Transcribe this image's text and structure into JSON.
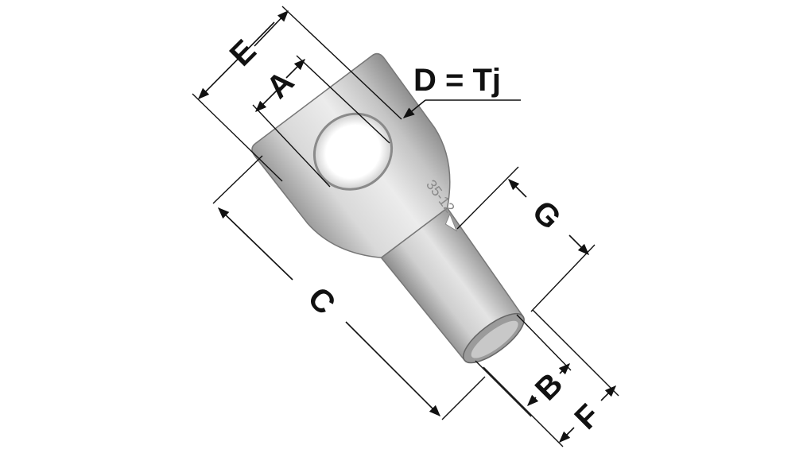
{
  "diagram": {
    "labels": {
      "E": "E",
      "A": "A",
      "D": "D = Tj",
      "G": "G",
      "C": "C",
      "B": "B",
      "F": "F"
    },
    "stamp": "35-12",
    "colors": {
      "ink": "#111111",
      "metal_light": "#e6e6e6",
      "metal_mid": "#bdbdbd",
      "metal_dark": "#8a8a8a"
    }
  }
}
